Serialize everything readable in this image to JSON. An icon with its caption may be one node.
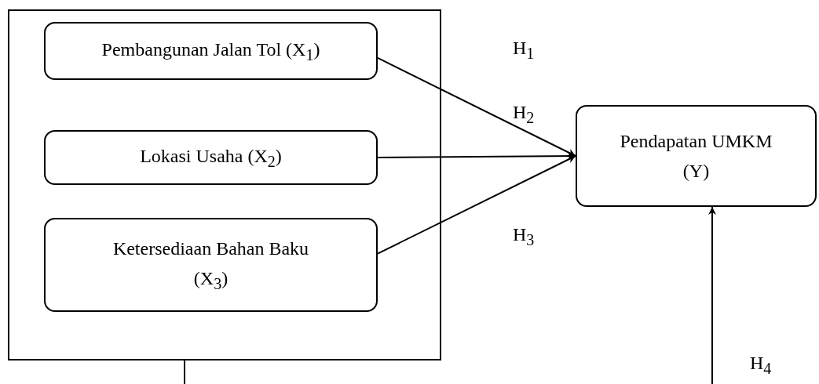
{
  "diagram": {
    "nodes": [
      {
        "text": [],
        "shape": "box"
      },
      {
        "text": [
          "Pembangunan Jalan Tol (X$_{1}$)"
        ],
        "in": 0
      },
      {
        "text": [
          "Lokasi Usaha (X$_{2}$)"
        ],
        "in": 0
      },
      {
        "text": [
          "Ketersediaan Bahan Baku (X$_{3}$)"
        ],
        "in": 0
      },
      {
        "text": [
          "Pendapatan UMKM (Y)"
        ]
      }
    ],
    "edges": [
      {
        "from": 1,
        "to": 4,
        "arrow": "to"
      },
      {
        "from": 2,
        "to": 4,
        "arrow": "to"
      },
      {
        "from": 3,
        "to": 4,
        "arrow": "to"
      },
      {
        "from": 0,
        "to": null,
        "arrow": "none"
      },
      {
        "from": null,
        "to": 4,
        "arrow": "to"
      }
    ],
    "labels": [
      "H$_{1}$",
      "H$_{2}$",
      "H$_{3}$",
      "H$_{4}$"
    ]
  }
}
